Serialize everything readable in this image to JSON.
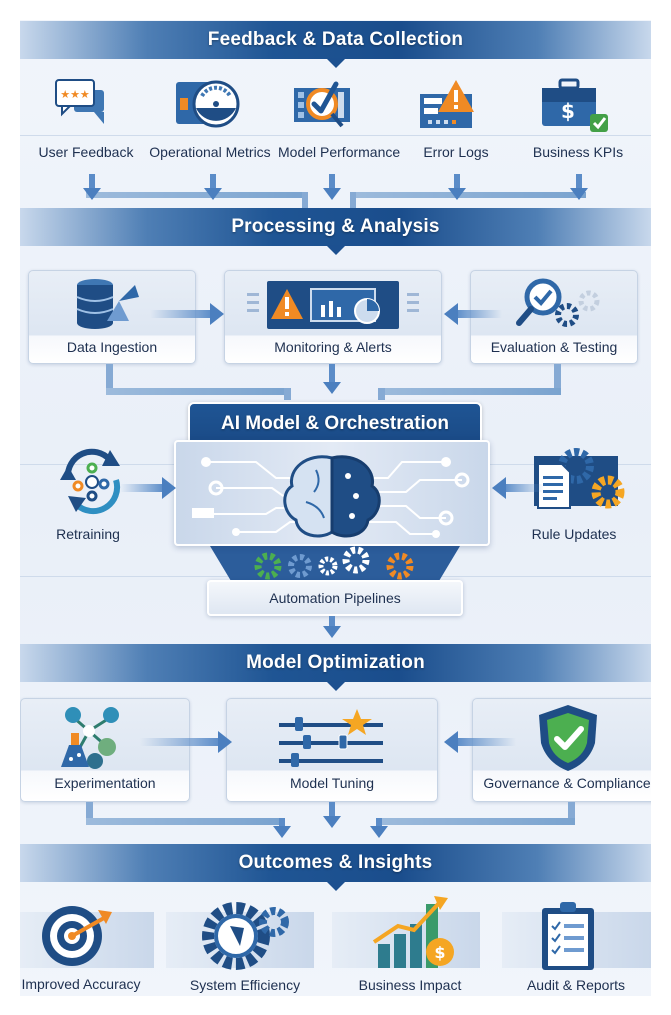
{
  "sections": {
    "feedback": {
      "title": "Feedback & Data Collection",
      "items": [
        {
          "label": "User Feedback",
          "icon": "chat-rating-icon"
        },
        {
          "label": "Operational Metrics",
          "icon": "gauge-icon"
        },
        {
          "label": "Model Performance",
          "icon": "magnifier-check-icon"
        },
        {
          "label": "Error Logs",
          "icon": "warning-log-icon"
        },
        {
          "label": "Business KPIs",
          "icon": "briefcase-dollar-icon"
        }
      ]
    },
    "processing": {
      "title": "Processing & Analysis",
      "items": [
        {
          "label": "Data Ingestion",
          "icon": "database-icon"
        },
        {
          "label": "Monitoring & Alerts",
          "icon": "dashboard-alert-icon"
        },
        {
          "label": "Evaluation & Testing",
          "icon": "search-gear-icon"
        }
      ]
    },
    "ai_model": {
      "title": "AI Model & Orchestration",
      "left": {
        "label": "Retraining",
        "icon": "cycle-network-icon"
      },
      "right": {
        "label": "Rule Updates",
        "icon": "document-gears-icon"
      },
      "pipelines_label": "Automation Pipelines"
    },
    "optimization": {
      "title": "Model Optimization",
      "items": [
        {
          "label": "Experimentation",
          "icon": "flask-network-icon"
        },
        {
          "label": "Model Tuning",
          "icon": "sliders-star-icon"
        },
        {
          "label": "Governance & Compliance",
          "icon": "shield-check-icon"
        }
      ]
    },
    "outcomes": {
      "title": "Outcomes & Insights",
      "items": [
        {
          "label": "Improved Accuracy",
          "icon": "target-arrow-icon"
        },
        {
          "label": "System Efficiency",
          "icon": "gear-speedometer-icon"
        },
        {
          "label": "Business Impact",
          "icon": "growth-chart-dollar-icon"
        },
        {
          "label": "Audit & Reports",
          "icon": "clipboard-checklist-icon"
        }
      ]
    }
  },
  "colors": {
    "primary_blue": "#1f5594",
    "accent_orange": "#f08a24",
    "accent_green": "#4caf50",
    "light_bg": "#eef3fa"
  }
}
